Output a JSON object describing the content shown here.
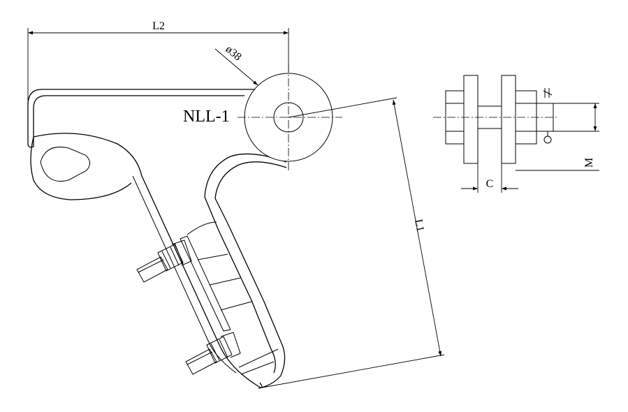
{
  "drawing": {
    "model_label": "NLL-1",
    "dimensions": {
      "l2": "L2",
      "l1": "L1",
      "diameter": "ø38",
      "c": "C",
      "m": "M"
    }
  }
}
